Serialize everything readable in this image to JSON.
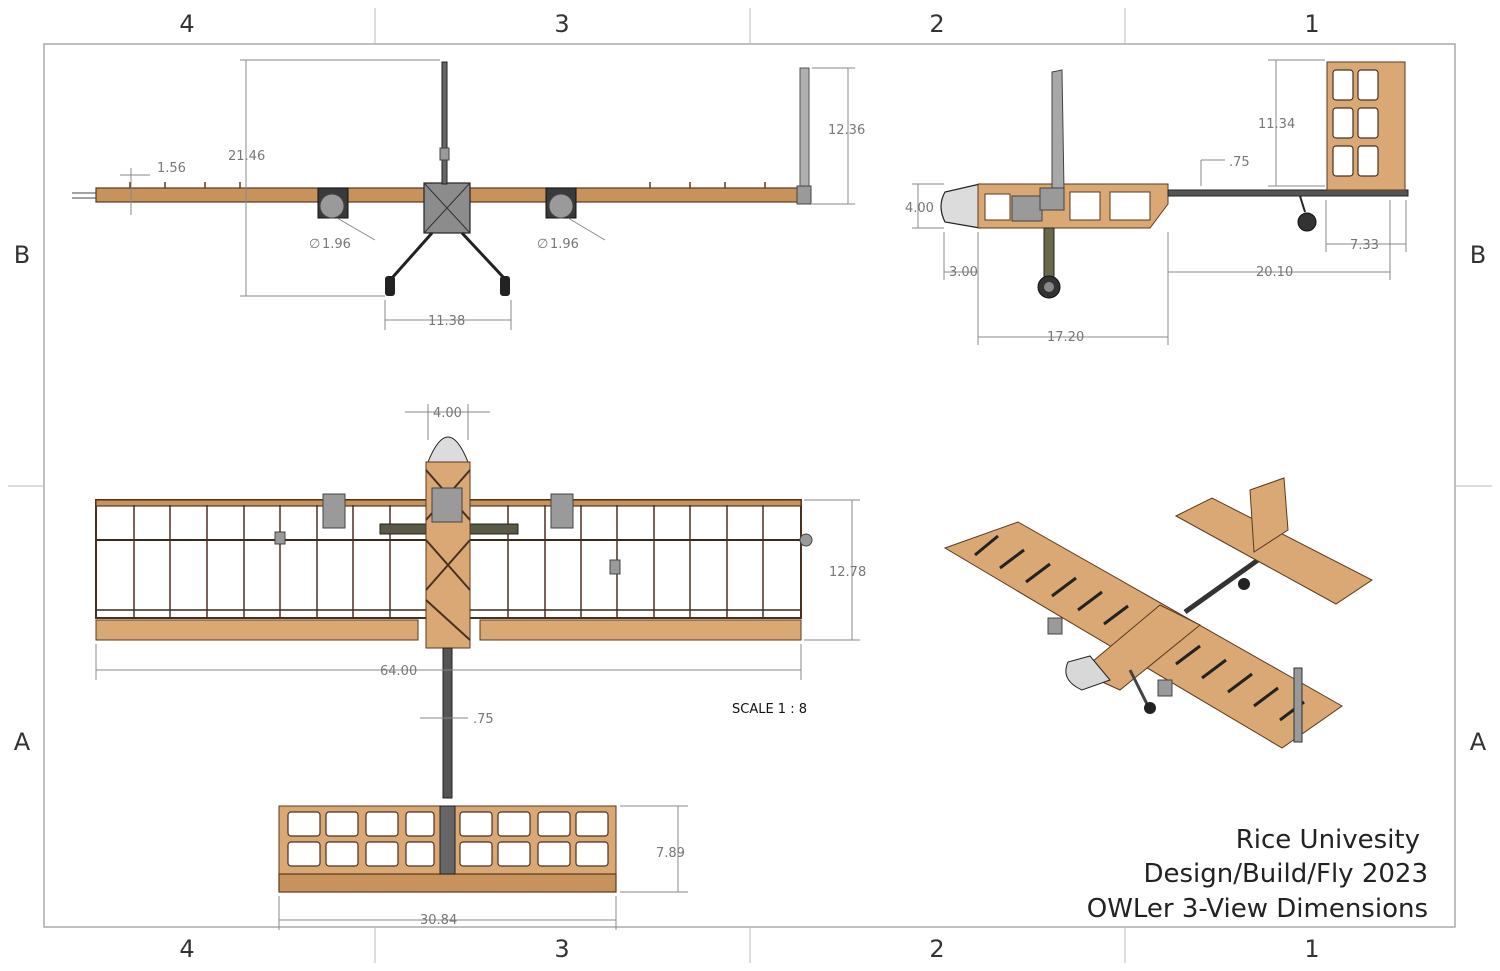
{
  "sheet": {
    "zone_columns": [
      "4",
      "3",
      "2",
      "1"
    ],
    "zone_rows": [
      "B",
      "A"
    ],
    "scale_label": "SCALE 1 : 8"
  },
  "title_block": {
    "line1": "Rice Univesity",
    "line2": "Design/Build/Fly 2023",
    "line3": "OWLer 3-View Dimensions"
  },
  "front_view": {
    "dims": {
      "wingtip": "1.56",
      "height": "21.46",
      "motor_left": "1.96",
      "motor_right": "1.96",
      "gear_track": "11.38",
      "fin_height": "12.36"
    },
    "diameter_symbol": "∅"
  },
  "side_view": {
    "dims": {
      "fin": "11.34",
      "boom": ".75",
      "fuselage_height": "4.00",
      "nose": "3.00",
      "tail_chord": "7.33",
      "boom_length": "20.10",
      "fuselage_length": "17.20"
    }
  },
  "top_view": {
    "dims": {
      "fuselage_width": "4.00",
      "wing_chord": "12.78",
      "wingspan": "64.00",
      "boom_width": ".75",
      "htail_chord": "7.89",
      "htail_span": "30.84"
    }
  },
  "colors": {
    "wood": "#c8925c",
    "frame": "#4a3020",
    "metal": "#9a9a9a",
    "border": "#999999"
  }
}
